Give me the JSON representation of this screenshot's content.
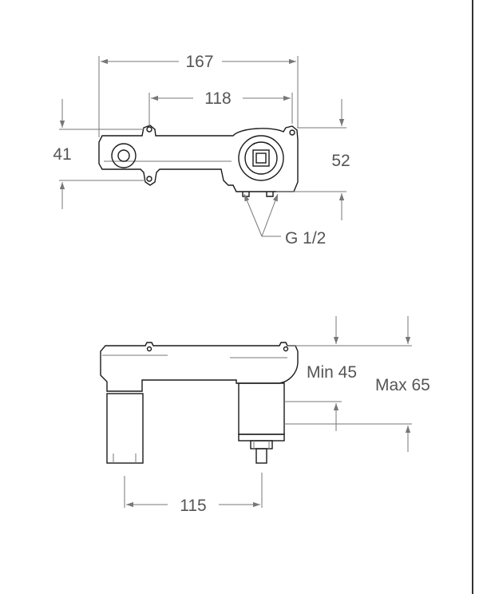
{
  "top_view": {
    "width_overall": "167",
    "width_mount_holes": "118",
    "height_left": "41",
    "height_right": "52",
    "thread": "G 1/2"
  },
  "side_view": {
    "depth_min": "Min 45",
    "depth_max": "Max 65",
    "spacing": "115"
  }
}
